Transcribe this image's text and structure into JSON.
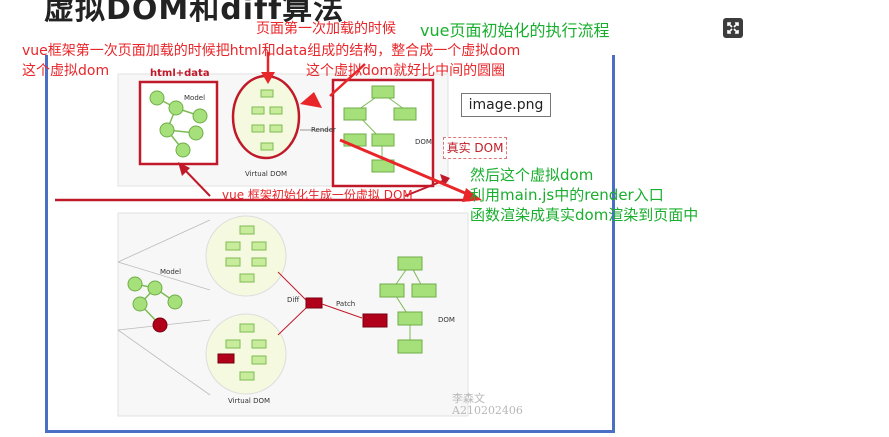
{
  "header": {
    "title": "虚拟DOM和diff算法"
  },
  "toolbar": {
    "expand_icon": "expand-icon"
  },
  "annotations": {
    "first_load": "页面第一次加载的时候",
    "flow_title": "vue页面初始化的执行流程",
    "vue_first_load_line1": "vue框架第一次页面加载的时候把html和data组成的结构，整合成一个虚拟dom",
    "vue_first_load_line2": "这个虚拟dom",
    "like_circle": "这个虚拟dom就好比中间的圆圈",
    "init_once": "vue 框架初始化生成一份虚拟 DOM",
    "then_line1": "然后这个虚拟dom",
    "then_line2": "利用main.js中的render入口",
    "then_line3": "函数渲染成真实dom渲染到页面中"
  },
  "image_tooltip": "image.png",
  "diagram": {
    "top": {
      "html_data": "html+data",
      "model": "Model",
      "virtual_dom": "Virtual DOM",
      "render": "Render",
      "dom": "DOM",
      "real_dom": "真实 DOM"
    },
    "bottom": {
      "model": "Model",
      "diff": "Diff",
      "patch": "Patch",
      "dom": "DOM",
      "virtual_dom": "Virtual DOM"
    },
    "watermark_name": "李森文",
    "watermark_id": "A210202406"
  },
  "colors": {
    "annotation_red": "#e8262a",
    "annotation_green": "#1aae2e",
    "node_green": "#a6e07a",
    "node_dark_red": "#b0001a",
    "frame_blue": "#4a6fc4"
  }
}
